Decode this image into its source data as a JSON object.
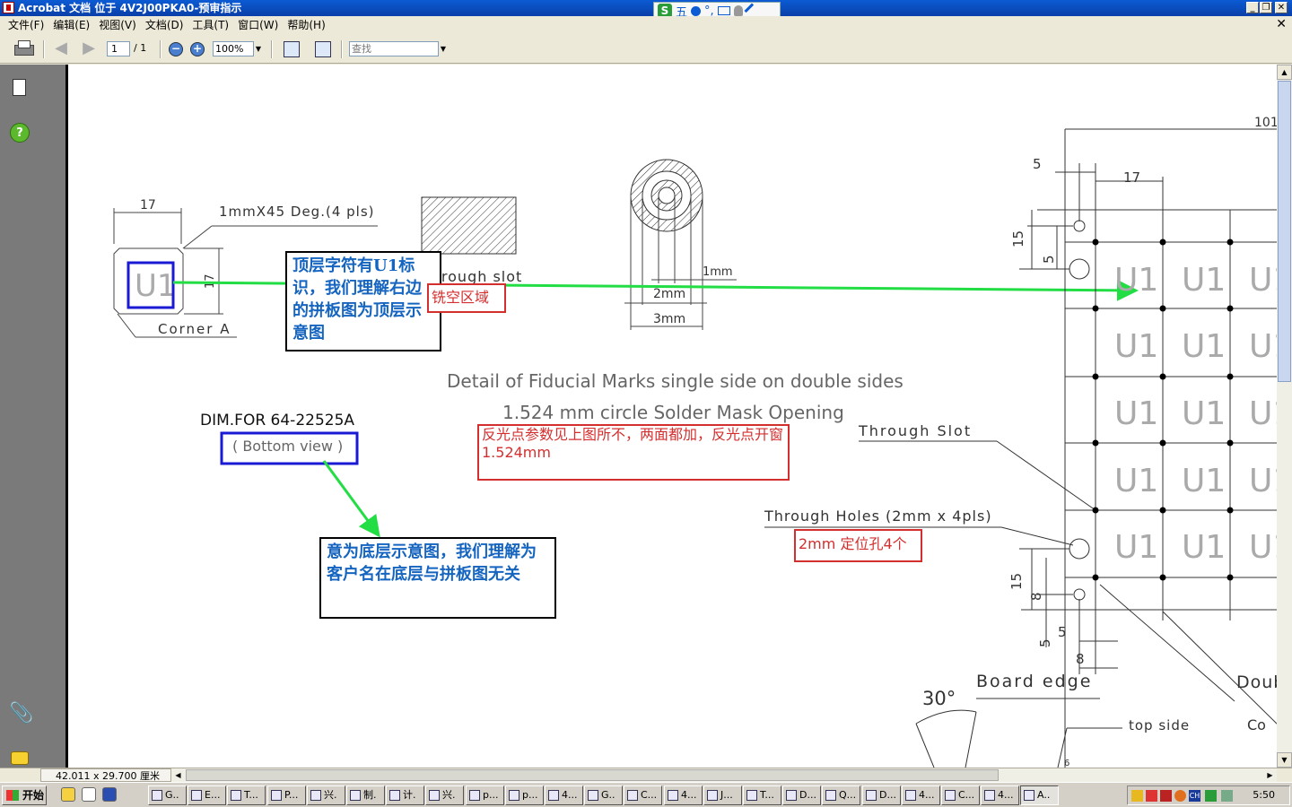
{
  "window": {
    "title": "Acrobat 文档 位于 4V2J00PKA0-预审指示",
    "min_label": "_",
    "max_label": "❐",
    "close_label": "✕",
    "doc_close_label": "✕"
  },
  "ime": {
    "mode": "五",
    "punct": "°,"
  },
  "menu": [
    "文件(F)",
    "编辑(E)",
    "视图(V)",
    "文档(D)",
    "工具(T)",
    "窗口(W)",
    "帮助(H)"
  ],
  "toolbar": {
    "prev_arrow": "◀",
    "next_arrow": "▶",
    "page_value": "1",
    "page_total": "/ 1",
    "zoom_out": "−",
    "zoom_in": "+",
    "zoom_value": "100%",
    "search_placeholder": "查找",
    "dropdown": "▼"
  },
  "leftpane": {
    "help": "?",
    "clip": "📎"
  },
  "status": {
    "page_size": "42.011 x 29.700 厘米"
  },
  "drawing": {
    "dim_17_left": "17",
    "chamfer_label": "1mmX45 Deg.(4 pls)",
    "u1": "U1",
    "dim_17_vertical": "17",
    "corner_label": "Corner A",
    "through_slot_small": "Through slot",
    "dim_1mm": "1mm",
    "dim_2mm": "2mm",
    "dim_3mm": "3mm",
    "fiducial_title": "Detail of Fiducial Marks single side on double sides",
    "fiducial_sub": "1.524 mm circle Solder Mask Opening",
    "dim_for": "DIM.FOR 64-22525A",
    "bottom_view": "( Bottom view )",
    "through_slot": "Through Slot",
    "through_holes": "Through Holes (2mm x 4pls)",
    "board_edge": "Board edge",
    "angle": "30°",
    "top_side": "top side",
    "dim_101": "101",
    "dim_5_top": "5",
    "dim_17_top": "17",
    "dim_15": "15",
    "dim_5_v": "5",
    "dim_15_b": "15",
    "dim_8_v": "8",
    "dim_5_b": "5",
    "dim_5_h": "5",
    "dim_8_h": "8",
    "doub": "Doub",
    "cor": "Co",
    "dim_small": "6"
  },
  "annotations": {
    "top_layer_note": "顶层字符有U1标识，我们理解右边的拼板图为顶层示意图",
    "milling_note": "铣空区域",
    "fiducial_note": "反光点参数见上图所不，两面都加，反光点开窗1.524mm",
    "holes_note": "2mm 定位孔4个",
    "bottom_note": "意为底层示意图，我们理解为客户名在底层与拼板图无关"
  },
  "taskbar": {
    "start": "开始",
    "tasks": [
      "G..",
      "E...",
      "T...",
      "P...",
      "兴.",
      "制.",
      "计.",
      "兴.",
      "p...",
      "p...",
      "4...",
      "G..",
      "C...",
      "4...",
      "J...",
      "T...",
      "D...",
      "Q...",
      "D...",
      "4...",
      "C...",
      "4...",
      "A.."
    ],
    "clock": "5:50",
    "tray_ch": "CH"
  }
}
